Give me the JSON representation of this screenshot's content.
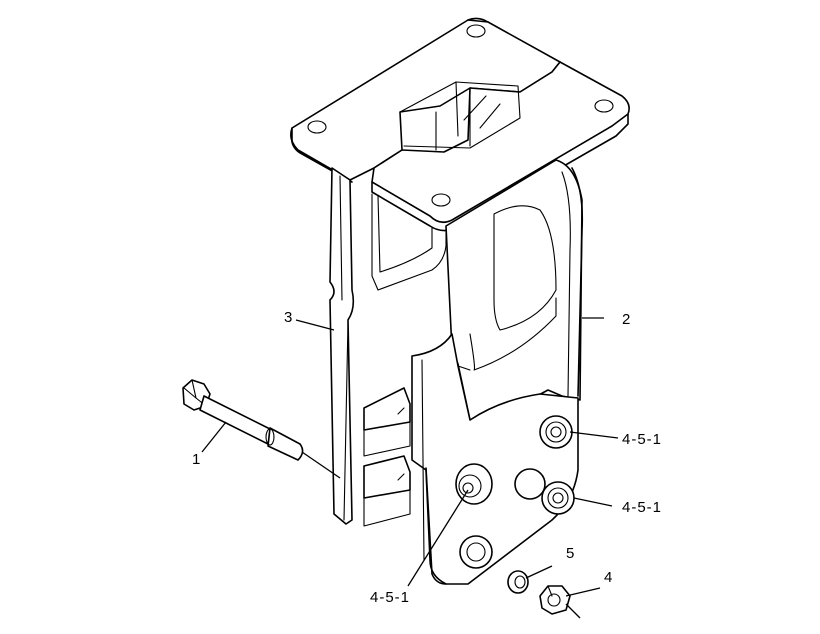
{
  "labels": {
    "part_1": "1",
    "part_2": "2",
    "part_3": "3",
    "part_4": "4",
    "part_5": "5",
    "callout_a": "4-5-1",
    "callout_b": "4-5-1",
    "callout_c": "4-5-1"
  }
}
